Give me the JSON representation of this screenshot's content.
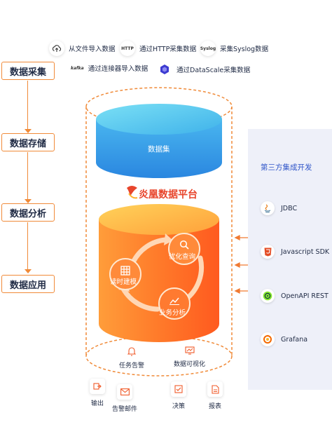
{
  "stages": [
    "数据采集",
    "数据存储",
    "数据分析",
    "数据应用"
  ],
  "sources": [
    {
      "icon": "cloud-upload-icon",
      "badge": "",
      "label": "从文件导入数据"
    },
    {
      "icon": "http-icon",
      "badge": "HTTP",
      "label": "通过HTTP采集数据"
    },
    {
      "icon": "syslog-icon",
      "badge": "Syslog",
      "label": "采集Syslog数据"
    },
    {
      "icon": "kafka-icon",
      "badge": "kafka",
      "label": "通过连接器导入数据"
    },
    {
      "icon": "datascale-icon",
      "badge": "",
      "label": "通过DataScale采集数据"
    }
  ],
  "storage_label": "数据集",
  "brand_name": "炎凰数据平台",
  "analysis": {
    "realtime": "读时建模",
    "query": "优化查询",
    "business": "业务分析"
  },
  "apps": {
    "alert": "任务告警",
    "viz": "数据可视化",
    "export": "输出",
    "mail": "告警邮件",
    "decision": "决策",
    "report": "报表"
  },
  "third_party": {
    "title": "第三方集成开发",
    "items": [
      {
        "icon": "java-icon",
        "label": "JDBC"
      },
      {
        "icon": "html5-icon",
        "label": "Javascript SDK"
      },
      {
        "icon": "openapi-icon",
        "label": "OpenAPI REST"
      },
      {
        "icon": "grafana-icon",
        "label": "Grafana"
      }
    ]
  },
  "colors": {
    "stage_border": "#f08a38",
    "storage_top": "#5ec8f2",
    "storage_bottom": "#2a86e0",
    "platform_light": "#ffa048",
    "platform_dark": "#ff5a1f",
    "panel_bg": "#eef0f9",
    "panel_title": "#2f55c9",
    "brand": "#e8452c"
  }
}
